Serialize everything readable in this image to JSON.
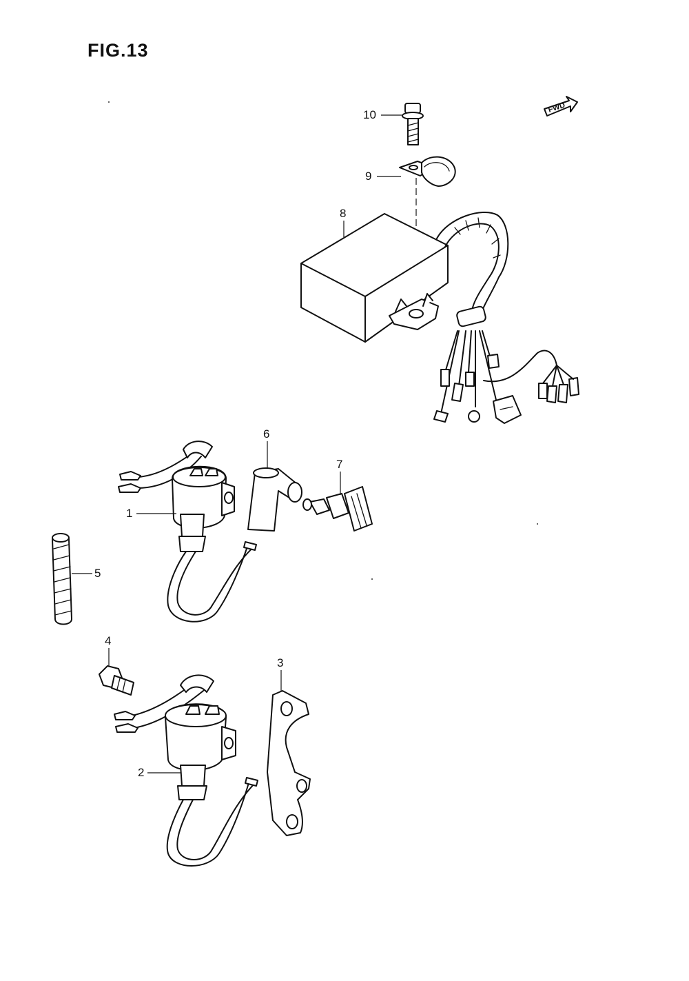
{
  "figure": {
    "title": "FIG.13"
  },
  "fwd_badge": {
    "label": "FWD"
  },
  "callouts": [
    {
      "id": "10",
      "label": "10"
    },
    {
      "id": "9",
      "label": "9"
    },
    {
      "id": "8",
      "label": "8"
    },
    {
      "id": "6",
      "label": "6"
    },
    {
      "id": "7",
      "label": "7"
    },
    {
      "id": "1",
      "label": "1"
    },
    {
      "id": "5",
      "label": "5"
    },
    {
      "id": "4",
      "label": "4"
    },
    {
      "id": "3",
      "label": "3"
    },
    {
      "id": "2",
      "label": "2"
    }
  ],
  "parts": [
    {
      "ref": "1",
      "icon": "ignition-coil-icon"
    },
    {
      "ref": "2",
      "icon": "ignition-coil-icon"
    },
    {
      "ref": "3",
      "icon": "bracket-plate-icon"
    },
    {
      "ref": "4",
      "icon": "bolt-icon"
    },
    {
      "ref": "5",
      "icon": "spiral-wrap-tube-icon"
    },
    {
      "ref": "6",
      "icon": "plug-cap-icon"
    },
    {
      "ref": "7",
      "icon": "spark-plug-icon"
    },
    {
      "ref": "8",
      "icon": "cdi-unit-icon"
    },
    {
      "ref": "9",
      "icon": "clamp-icon"
    },
    {
      "ref": "10",
      "icon": "bolt-icon"
    }
  ]
}
